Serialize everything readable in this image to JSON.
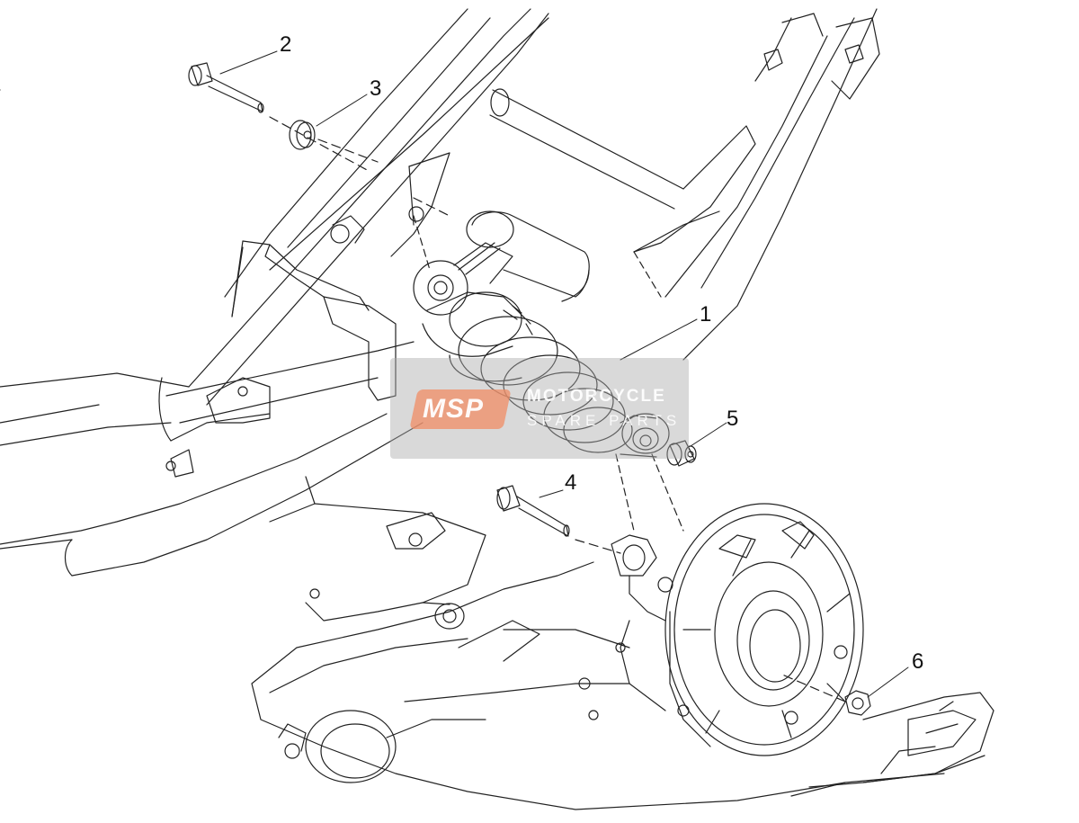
{
  "callouts": [
    {
      "id": "1",
      "label": "1"
    },
    {
      "id": "2",
      "label": "2"
    },
    {
      "id": "3",
      "label": "3"
    },
    {
      "id": "4",
      "label": "4"
    },
    {
      "id": "5",
      "label": "5"
    },
    {
      "id": "6",
      "label": "6"
    }
  ],
  "watermark": {
    "badge": "MSP",
    "line1": "MOTORCYCLE",
    "line2": "SPARE PARTS"
  },
  "colors": {
    "line": "#222222",
    "watermark_gray": "#aaaaaa",
    "watermark_orange": "#f08c64"
  }
}
